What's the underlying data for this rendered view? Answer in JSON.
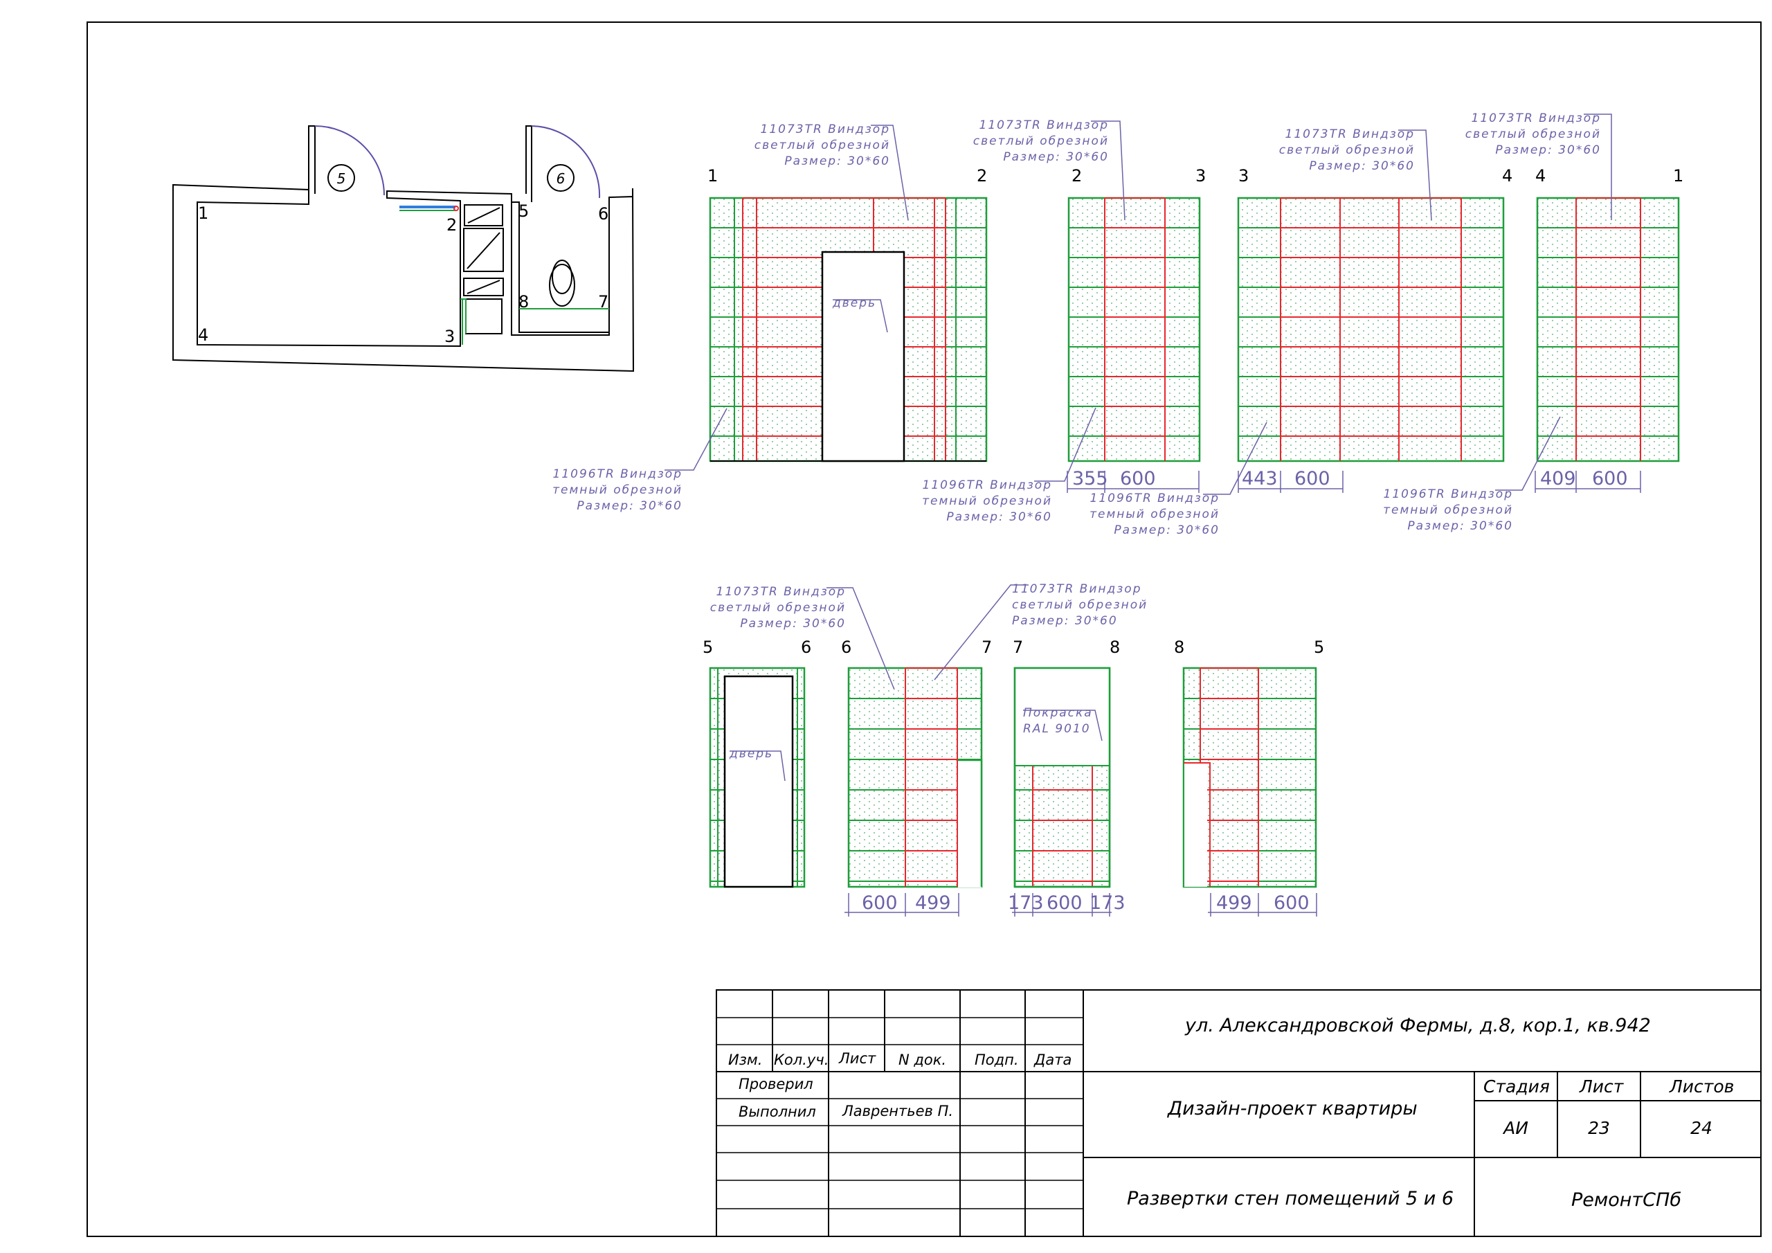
{
  "plan": {
    "room5": "5",
    "room6": "6",
    "points": [
      "1",
      "2",
      "3",
      "4",
      "5",
      "6",
      "7",
      "8"
    ]
  },
  "notes": {
    "light": [
      "11073TR Виндзор",
      "светлый обрезной",
      "Размер: 30*60"
    ],
    "dark": [
      "11096TR Виндзор",
      "темный обрезной",
      "Размер: 30*60"
    ],
    "door": "дверь",
    "paint": [
      "Покраска",
      "RAL 9010"
    ]
  },
  "walls": [
    {
      "start": "1",
      "end": "2"
    },
    {
      "start": "2",
      "end": "3",
      "dims": [
        "355",
        "600"
      ]
    },
    {
      "start": "3",
      "end": "4",
      "dims": [
        "443",
        "600"
      ]
    },
    {
      "start": "4",
      "end": "1",
      "dims": [
        "409",
        "600"
      ]
    },
    {
      "start": "5",
      "end": "6"
    },
    {
      "start": "6",
      "end": "7",
      "dims": [
        "600",
        "499"
      ]
    },
    {
      "start": "7",
      "end": "8",
      "dims": [
        "173",
        "600",
        "173"
      ]
    },
    {
      "start": "8",
      "end": "5",
      "dims": [
        "499",
        "600"
      ]
    }
  ],
  "title_block": {
    "address": "ул. Александровской Фермы, д.8, кор.1, кв.942",
    "project": "Дизайн-проект квартиры",
    "sheet_title": "Развертки стен помещений 5 и 6",
    "company": "РемонтСПб",
    "headers": {
      "izm": "Изм.",
      "kol": "Кол.уч.",
      "list": "Лист",
      "ndoc": "N док.",
      "podp": "Подп.",
      "data": "Дата"
    },
    "checked": "Проверил",
    "done": "Выполнил",
    "author": "Лаврентьев П.",
    "stage_label": "Стадия",
    "sheet_label": "Лист",
    "sheets_label": "Листов",
    "stage": "АИ",
    "sheet": "23",
    "sheets": "24"
  },
  "colors": {
    "green": "#1e9e3a",
    "red": "#e8262c",
    "note": "#6b62a8",
    "line": "#000000"
  }
}
